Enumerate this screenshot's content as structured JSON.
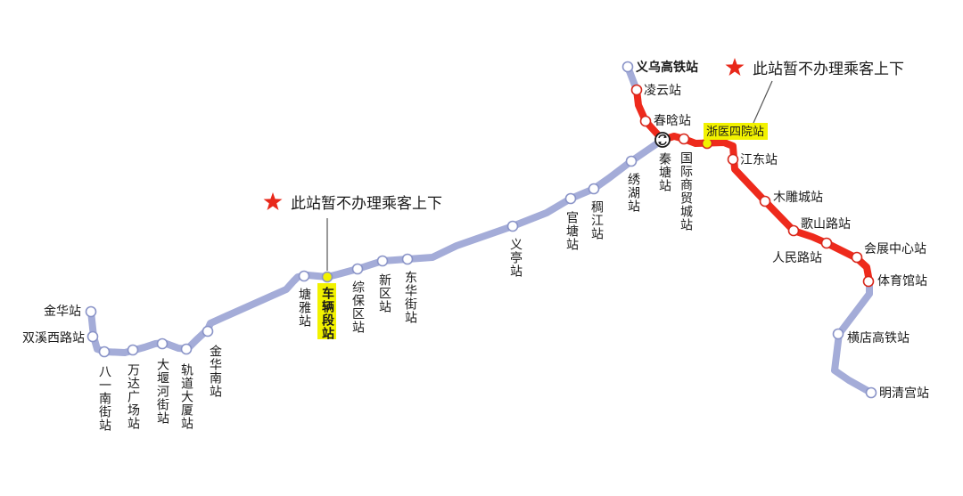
{
  "colors": {
    "line_grey": "#a4acd8",
    "line_red": "#ee2a1c",
    "station_fill": "#ffffff",
    "highlight_fill": "#f2f200",
    "star": "#e8281a",
    "text": "#1a1a1a"
  },
  "icons": {
    "transfer": "transfer-icon",
    "star": "star-icon"
  },
  "stations": {
    "jinhua": "金华站",
    "shuangxi_xilu": "双溪西路站",
    "bayi_nanjie": "八一南街站",
    "wanda_guangchang": "万达广场站",
    "dayanhe_jie": "大堰河街站",
    "guidao_dasha": "轨道大厦站",
    "jinhua_nan": "金华南站",
    "tangya": "塘雅站",
    "chelianduan": "车辆段站",
    "zongbaoqu": "综保区站",
    "xinqu": "新区站",
    "donghua_jie": "东华街站",
    "yiting": "义亭站",
    "guantang": "官塘站",
    "choujiang": "稠江站",
    "xiuhu": "绣湖站",
    "qintang": "秦塘站",
    "guoji_shangmaocheng": "国际商贸城站",
    "yiwu_gaotie": "义乌高铁站",
    "lingyun": "凌云站",
    "chunhan": "春晗站",
    "zheyi_siyuan": "浙医四院站",
    "jiangdong": "江东站",
    "mudiao_cheng": "木雕城站",
    "geshan_lu": "歌山路站",
    "renmin_lu": "人民路站",
    "huizhan_zhongxin": "会展中心站",
    "tiyuguan": "体育馆站",
    "hengdian_gaotie": "横店高铁站",
    "mingqing_gong": "明清宫站"
  },
  "notices": {
    "west": "此站暂不办理乘客上下",
    "east": "此站暂不办理乘客上下"
  }
}
